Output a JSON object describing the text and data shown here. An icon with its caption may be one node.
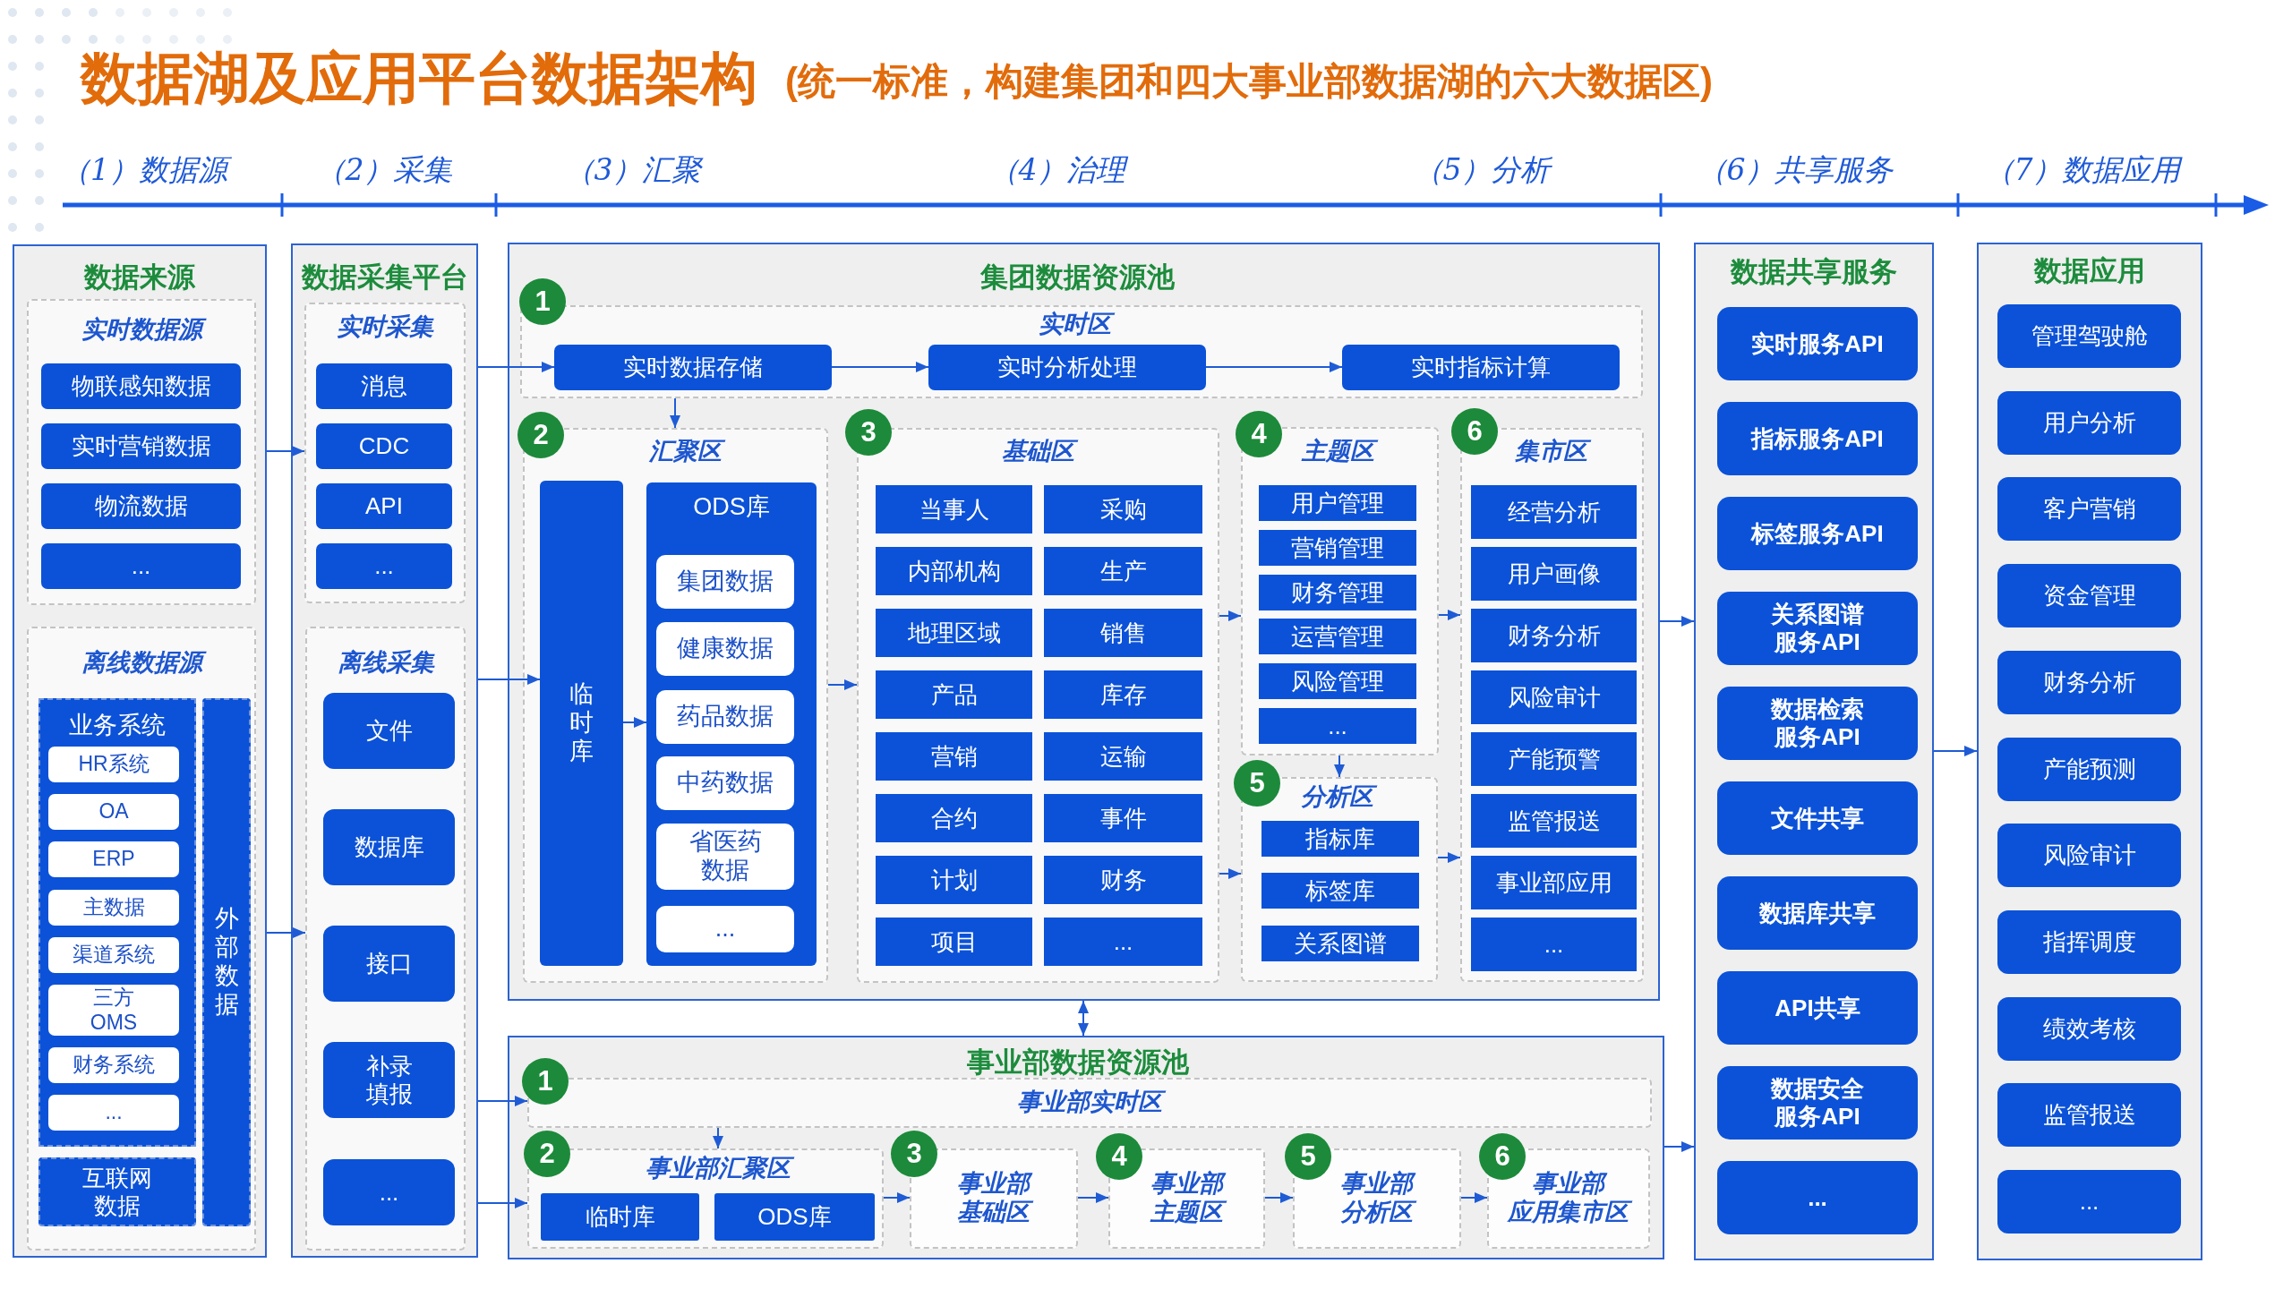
{
  "diagram": {
    "title": "数据湖及应用平台数据架构",
    "nodes": [
      {
        "text": [
          "数据来源"
        ]
      },
      {
        "text": [
          "实时数据源"
        ],
        "in": 0
      },
      {
        "text": [
          "物联感知数据"
        ],
        "in": 1
      },
      {
        "text": [
          "实时营销数据"
        ],
        "in": 1
      },
      {
        "text": [
          "物流数据"
        ],
        "in": 1
      },
      {
        "text": [
          "..."
        ],
        "in": 1
      },
      {
        "text": [
          "离线数据源"
        ],
        "in": 0
      },
      {
        "text": [
          "业务系统"
        ],
        "in": 6
      },
      {
        "text": [
          "HR系统"
        ],
        "in": 7
      },
      {
        "text": [
          "OA"
        ],
        "in": 7
      },
      {
        "text": [
          "ERP"
        ],
        "in": 7
      },
      {
        "text": [
          "主数据"
        ],
        "in": 7
      },
      {
        "text": [
          "渠道系统"
        ],
        "in": 7
      },
      {
        "text": [
          "三方OMS"
        ],
        "in": 7
      },
      {
        "text": [
          "财务系统"
        ],
        "in": 7
      },
      {
        "text": [
          "..."
        ],
        "in": 7
      },
      {
        "text": [
          "外部数据"
        ],
        "in": 6
      },
      {
        "text": [
          "互联网数据"
        ],
        "in": 6
      },
      {
        "text": [
          "数据采集平台"
        ]
      },
      {
        "text": [
          "实时采集"
        ],
        "in": 18
      },
      {
        "text": [
          "消息"
        ],
        "in": 19
      },
      {
        "text": [
          "CDC"
        ],
        "in": 19
      },
      {
        "text": [
          "API"
        ],
        "in": 19
      },
      {
        "text": [
          "..."
        ],
        "in": 19
      },
      {
        "text": [
          "离线采集"
        ],
        "in": 18
      },
      {
        "text": [
          "文件"
        ],
        "in": 24
      },
      {
        "text": [
          "数据库"
        ],
        "in": 24
      },
      {
        "text": [
          "接口"
        ],
        "in": 24
      },
      {
        "text": [
          "补录填报"
        ],
        "in": 24
      },
      {
        "text": [
          "..."
        ],
        "in": 24
      },
      {
        "text": [
          "集团数据资源池"
        ]
      },
      {
        "text": [
          "1"
        ],
        "in": 30
      },
      {
        "text": [
          "实时区"
        ],
        "in": 30
      },
      {
        "text": [
          "实时数据存储"
        ],
        "in": 32
      },
      {
        "text": [
          "实时分析处理"
        ],
        "in": 32
      },
      {
        "text": [
          "实时指标计算"
        ],
        "in": 32
      },
      {
        "text": [
          "2"
        ],
        "in": 30
      },
      {
        "text": [
          "汇聚区"
        ],
        "in": 30
      },
      {
        "text": [
          "临时库"
        ],
        "in": 37
      },
      {
        "text": [
          "ODS库"
        ],
        "in": 37
      },
      {
        "text": [
          "集团数据"
        ],
        "in": 39
      },
      {
        "text": [
          "健康数据"
        ],
        "in": 39
      },
      {
        "text": [
          "药品数据"
        ],
        "in": 39
      },
      {
        "text": [
          "中药数据"
        ],
        "in": 39
      },
      {
        "text": [
          "省医药数据"
        ],
        "in": 39
      },
      {
        "text": [
          "..."
        ],
        "in": 39
      },
      {
        "text": [
          "3"
        ],
        "in": 30
      },
      {
        "text": [
          "基础区"
        ],
        "in": 30
      },
      {
        "text": [
          "当事人"
        ],
        "in": 47
      },
      {
        "text": [
          "采购"
        ],
        "in": 47
      },
      {
        "text": [
          "内部机构"
        ],
        "in": 47
      },
      {
        "text": [
          "生产"
        ],
        "in": 47
      },
      {
        "text": [
          "地理区域"
        ],
        "in": 47
      },
      {
        "text": [
          "销售"
        ],
        "in": 47
      },
      {
        "text": [
          "产品"
        ],
        "in": 47
      },
      {
        "text": [
          "库存"
        ],
        "in": 47
      },
      {
        "text": [
          "营销"
        ],
        "in": 47
      },
      {
        "text": [
          "运输"
        ],
        "in": 47
      },
      {
        "text": [
          "合约"
        ],
        "in": 47
      },
      {
        "text": [
          "事件"
        ],
        "in": 47
      },
      {
        "text": [
          "计划"
        ],
        "in": 47
      },
      {
        "text": [
          "财务"
        ],
        "in": 47
      },
      {
        "text": [
          "项目"
        ],
        "in": 47
      },
      {
        "text": [
          "..."
        ],
        "in": 47
      },
      {
        "text": [
          "4"
        ],
        "in": 30
      },
      {
        "text": [
          "主题区"
        ],
        "in": 30
      },
      {
        "text": [
          "用户管理"
        ],
        "in": 65
      },
      {
        "text": [
          "营销管理"
        ],
        "in": 65
      },
      {
        "text": [
          "财务管理"
        ],
        "in": 65
      },
      {
        "text": [
          "运营管理"
        ],
        "in": 65
      },
      {
        "text": [
          "风险管理"
        ],
        "in": 65
      },
      {
        "text": [
          "..."
        ],
        "in": 65
      },
      {
        "text": [
          "5"
        ],
        "in": 30
      },
      {
        "text": [
          "分析区"
        ],
        "in": 30
      },
      {
        "text": [
          "指标库"
        ],
        "in": 73
      },
      {
        "text": [
          "标签库"
        ],
        "in": 73
      },
      {
        "text": [
          "关系图谱"
        ],
        "in": 73
      },
      {
        "text": [
          "6"
        ],
        "in": 30
      },
      {
        "text": [
          "集市区"
        ],
        "in": 30
      },
      {
        "text": [
          "经营分析"
        ],
        "in": 78
      },
      {
        "text": [
          "用户画像"
        ],
        "in": 78
      },
      {
        "text": [
          "财务分析"
        ],
        "in": 78
      },
      {
        "text": [
          "风险审计"
        ],
        "in": 78
      },
      {
        "text": [
          "产能预警"
        ],
        "in": 78
      },
      {
        "text": [
          "监管报送"
        ],
        "in": 78
      },
      {
        "text": [
          "事业部应用"
        ],
        "in": 78
      },
      {
        "text": [
          "..."
        ],
        "in": 78
      },
      {
        "text": [
          "事业部数据资源池"
        ]
      },
      {
        "text": [
          "1"
        ],
        "in": 87
      },
      {
        "text": [
          "事业部实时区"
        ],
        "in": 87
      },
      {
        "text": [
          "2"
        ],
        "in": 87
      },
      {
        "text": [
          "事业部汇聚区"
        ],
        "in": 87
      },
      {
        "text": [
          "临时库"
        ],
        "in": 91
      },
      {
        "text": [
          "ODS库"
        ],
        "in": 91
      },
      {
        "text": [
          "3"
        ],
        "in": 87
      },
      {
        "text": [
          "事业部基础区"
        ],
        "in": 87
      },
      {
        "text": [
          "4"
        ],
        "in": 87
      },
      {
        "text": [
          "事业部主题区"
        ],
        "in": 87
      },
      {
        "text": [
          "5"
        ],
        "in": 87
      },
      {
        "text": [
          "事业部分析区"
        ],
        "in": 87
      },
      {
        "text": [
          "6"
        ],
        "in": 87
      },
      {
        "text": [
          "事业部应用集市区"
        ],
        "in": 87
      },
      {
        "text": [
          "数据共享服务"
        ]
      },
      {
        "text": [
          "实时服务API"
        ],
        "in": 102
      },
      {
        "text": [
          "指标服务API"
        ],
        "in": 102
      },
      {
        "text": [
          "标签服务API"
        ],
        "in": 102
      },
      {
        "text": [
          "关系图谱服务API"
        ],
        "in": 102
      },
      {
        "text": [
          "数据检索服务API"
        ],
        "in": 102
      },
      {
        "text": [
          "文件共享"
        ],
        "in": 102
      },
      {
        "text": [
          "数据库共享"
        ],
        "in": 102
      },
      {
        "text": [
          "API共享"
        ],
        "in": 102
      },
      {
        "text": [
          "数据安全服务API"
        ],
        "in": 102
      },
      {
        "text": [
          "..."
        ],
        "in": 102
      },
      {
        "text": [
          "数据应用"
        ]
      },
      {
        "text": [
          "管理驾驶舱"
        ],
        "in": 113
      },
      {
        "text": [
          "用户分析"
        ],
        "in": 113
      },
      {
        "text": [
          "客户营销"
        ],
        "in": 113
      },
      {
        "text": [
          "资金管理"
        ],
        "in": 113
      },
      {
        "text": [
          "财务分析"
        ],
        "in": 113
      },
      {
        "text": [
          "产能预测"
        ],
        "in": 113
      },
      {
        "text": [
          "风险审计"
        ],
        "in": 113
      },
      {
        "text": [
          "指挥调度"
        ],
        "in": 113
      },
      {
        "text": [
          "绩效考核"
        ],
        "in": 113
      },
      {
        "text": [
          "监管报送"
        ],
        "in": 113
      },
      {
        "text": [
          "..."
        ],
        "in": 113
      }
    ],
    "edges": [
      {
        "from": 0,
        "to": 19,
        "arrow": "to"
      },
      {
        "from": 0,
        "to": 24,
        "arrow": "to"
      },
      {
        "from": 18,
        "to": 33,
        "arrow": "to"
      },
      {
        "from": 18,
        "to": 38,
        "arrow": "to"
      },
      {
        "from": 18,
        "to": 89,
        "arrow": "to"
      },
      {
        "from": 18,
        "to": 91,
        "arrow": "to"
      },
      {
        "from": 33,
        "to": 34,
        "arrow": "to"
      },
      {
        "from": 34,
        "to": 35,
        "arrow": "to"
      },
      {
        "from": 32,
        "to": 37,
        "arrow": "to"
      },
      {
        "from": 38,
        "to": 39,
        "arrow": "to"
      },
      {
        "from": 37,
        "to": 47,
        "arrow": "to"
      },
      {
        "from": 47,
        "to": 65,
        "arrow": "to"
      },
      {
        "from": 47,
        "to": 73,
        "arrow": "to"
      },
      {
        "from": 65,
        "to": 73,
        "arrow": "to"
      },
      {
        "from": 65,
        "to": 78,
        "arrow": "to"
      },
      {
        "from": 73,
        "to": 78,
        "arrow": "to"
      },
      {
        "from": 30,
        "to": 102,
        "arrow": "to"
      },
      {
        "from": 87,
        "to": 102,
        "arrow": "to"
      },
      {
        "from": 102,
        "to": 113,
        "arrow": "to"
      },
      {
        "from": 30,
        "to": 87,
        "arrow": "both"
      },
      {
        "from": 89,
        "to": 91,
        "arrow": "to"
      },
      {
        "from": 91,
        "to": 95,
        "arrow": "to"
      },
      {
        "from": 95,
        "to": 97,
        "arrow": "to"
      },
      {
        "from": 97,
        "to": 99,
        "arrow": "to"
      },
      {
        "from": 99,
        "to": 101,
        "arrow": "to"
      }
    ],
    "labels": [
      "(统一标准，构建集团和四大事业部数据湖的六大数据区)",
      "（1）数据源",
      "（2）采集",
      "（3）汇聚",
      "（4）治理",
      "（5）分析",
      "（6）共享服务",
      "（7）数据应用"
    ]
  }
}
